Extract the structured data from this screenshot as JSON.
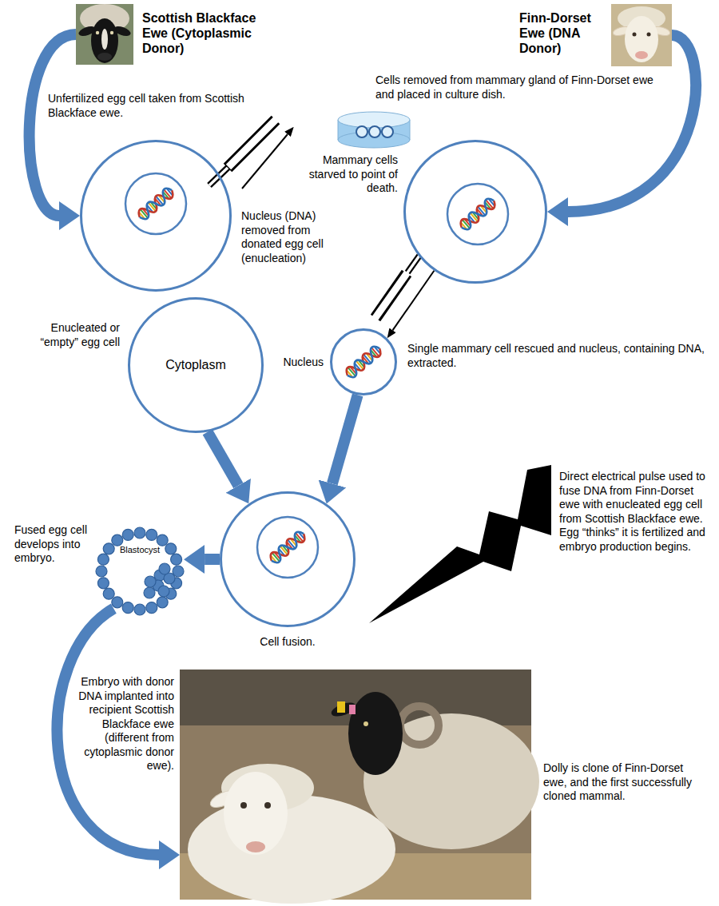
{
  "diagram": {
    "nodes": [
      {
        "text": [
          "Scottish Blackface Ewe (Cytoplasmic Donor)"
        ]
      },
      {
        "text": [
          "Finn-Dorset Ewe (DNA Donor)"
        ]
      },
      {
        "text": [
          "Unfertilized egg cell taken from Scottish Blackface ewe."
        ]
      },
      {
        "text": [
          "Cells removed from mammary gland of Finn-Dorset ewe and placed in culture dish."
        ]
      },
      {
        "text": [
          "Enucleated or “empty” egg cell",
          "Cytoplasm"
        ]
      },
      {
        "text": [
          "Nucleus"
        ]
      },
      {
        "text": [
          "Cell fusion."
        ]
      },
      {
        "text": [
          "Blastocyst"
        ]
      },
      {
        "text": [
          "Dolly is clone of Finn-Dorset ewe, and the first successfully cloned mammal."
        ]
      }
    ],
    "edges": [
      {
        "from": 0,
        "to": 2,
        "arrow": "to"
      },
      {
        "from": 1,
        "to": 3,
        "arrow": "to"
      },
      {
        "from": 3,
        "to": 5,
        "arrow": "to"
      },
      {
        "from": 4,
        "to": 6,
        "arrow": "to"
      },
      {
        "from": 5,
        "to": 6,
        "arrow": "to"
      },
      {
        "from": 6,
        "to": 7,
        "arrow": "to"
      },
      {
        "from": 7,
        "to": 8,
        "arrow": "to"
      }
    ],
    "labels": [
      "Nucleus (DNA) removed from donated egg cell (enucleation)",
      "Mammary cells starved to point of death.",
      "Single mammary cell rescued and nucleus, containing DNA, extracted.",
      "Direct electrical pulse used to fuse DNA from Finn-Dorset ewe with enucleated egg cell from Scottish Blackface ewe. Egg “thinks” it is fertilized and embryo production begins.",
      "Fused egg cell develops into embryo.",
      "Embryo with donor DNA implanted into recipient Scottish Blackface ewe (different from cytoplasmic donor ewe)."
    ]
  }
}
